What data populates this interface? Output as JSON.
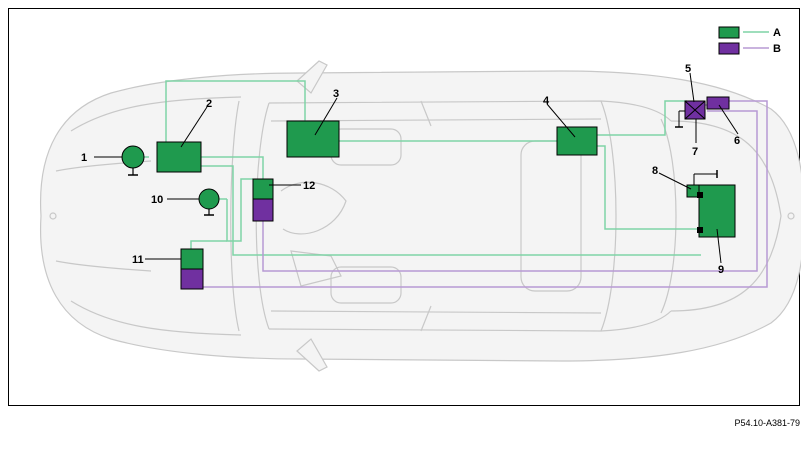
{
  "colors": {
    "A": "#1f9a4e",
    "B": "#7030a0",
    "wire_A": "#7fd3a6",
    "wire_B": "#b79ad4",
    "car": "#c8c8c8"
  },
  "legend": [
    {
      "key": "A",
      "label": "A"
    },
    {
      "key": "B",
      "label": "B"
    }
  ],
  "components": [
    {
      "id": "1",
      "label": "1",
      "type": "round-sensor",
      "bus": "A"
    },
    {
      "id": "2",
      "label": "2",
      "type": "control-unit",
      "bus": "A"
    },
    {
      "id": "3",
      "label": "3",
      "type": "control-unit",
      "bus": "A"
    },
    {
      "id": "4",
      "label": "4",
      "type": "control-unit",
      "bus": "A"
    },
    {
      "id": "5",
      "label": "5",
      "type": "module",
      "bus": "B"
    },
    {
      "id": "6",
      "label": "6",
      "type": "module",
      "bus": "B"
    },
    {
      "id": "7",
      "label": "7",
      "type": "module",
      "bus": "B"
    },
    {
      "id": "8",
      "label": "8",
      "type": "module",
      "bus": "A"
    },
    {
      "id": "9",
      "label": "9",
      "type": "control-unit",
      "bus": "A"
    },
    {
      "id": "10",
      "label": "10",
      "type": "round-sensor",
      "bus": "A"
    },
    {
      "id": "11",
      "label": "11",
      "type": "dual-unit",
      "bus": "A+B"
    },
    {
      "id": "12",
      "label": "12",
      "type": "dual-unit",
      "bus": "A+B"
    }
  ],
  "figure_ref": "P54.10-A381-79"
}
